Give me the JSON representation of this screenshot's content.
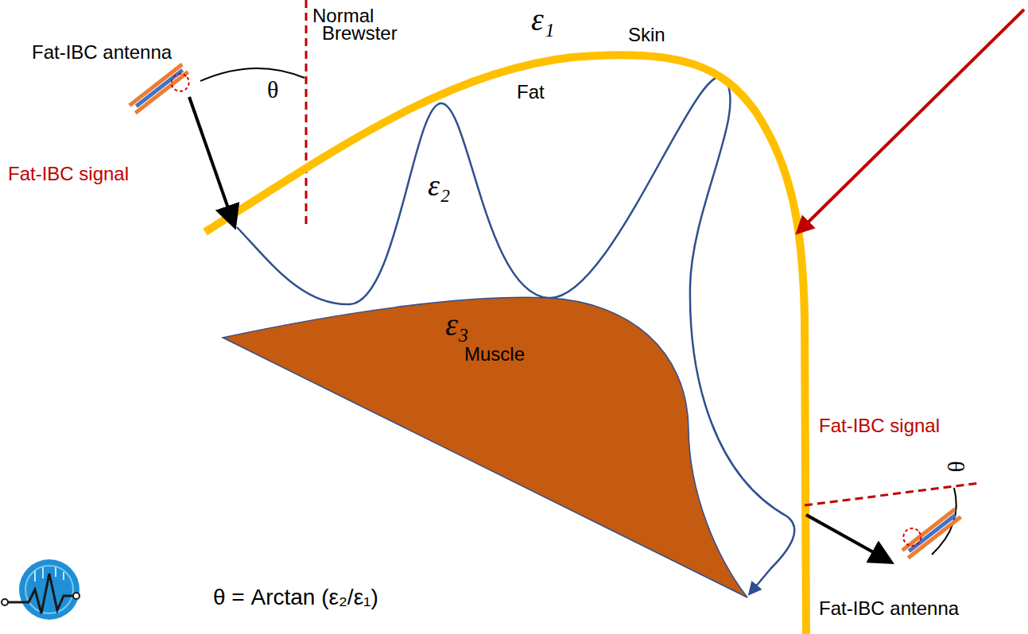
{
  "diagram": {
    "nodes": [
      {
        "text": [
          "ε₃",
          "Muscle"
        ]
      }
    ],
    "labels": [
      "Normal",
      "Fat-IBC antenna",
      "Brewster",
      "θ",
      "ε₁",
      "Skin",
      "Fat",
      "Fat-IBC signal",
      "ε₂",
      "Fat-IBC signal",
      "θ",
      "Fat-IBC antenna",
      "θ = Arctan (ε₂/ε₁)"
    ]
  }
}
